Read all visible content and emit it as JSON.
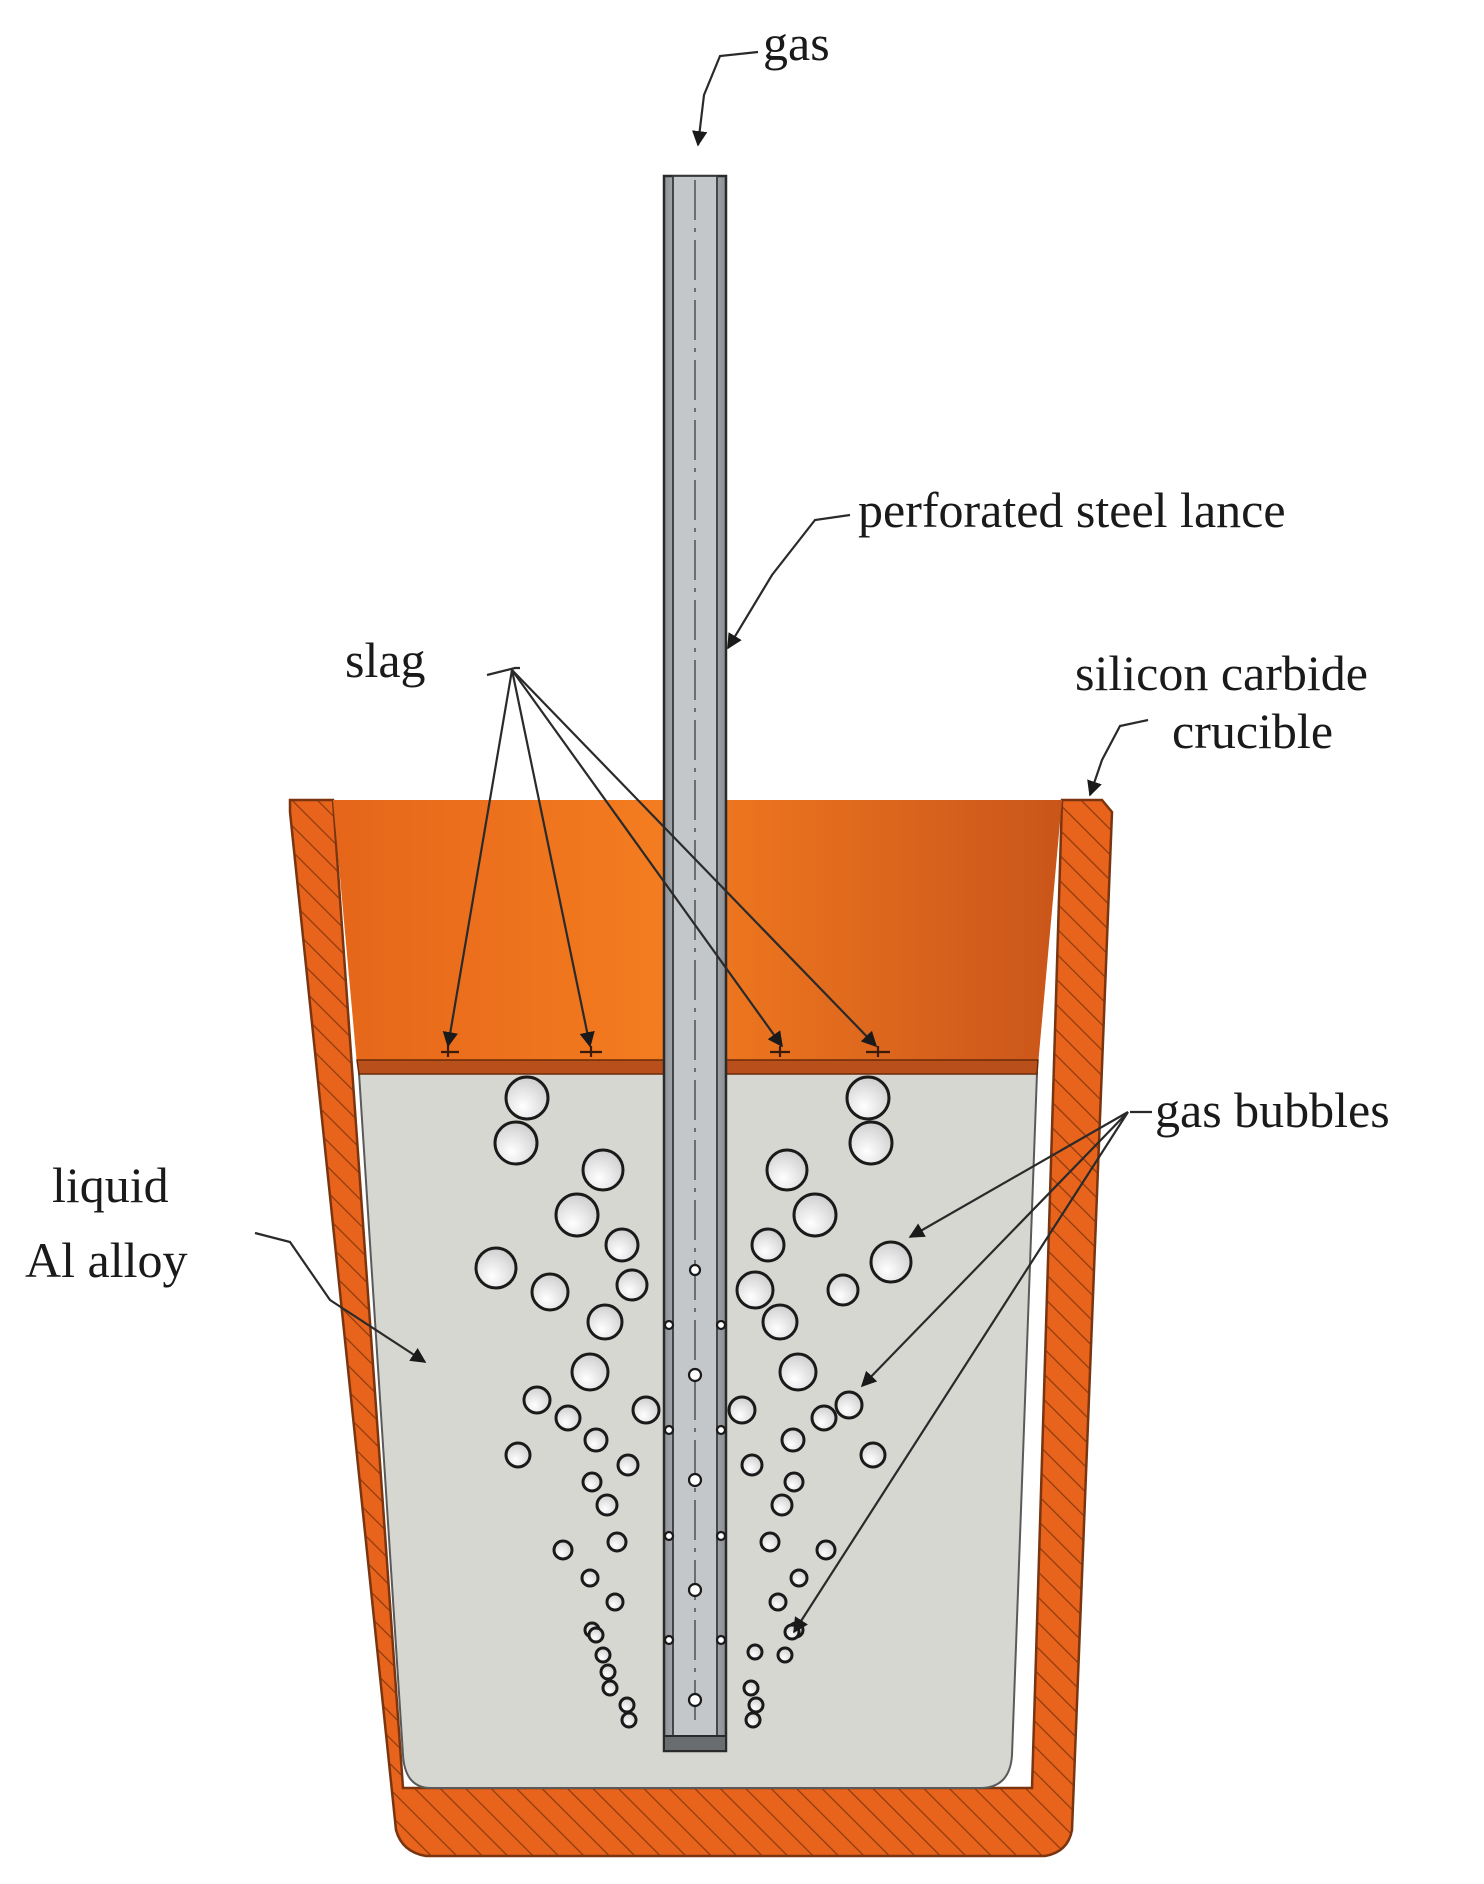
{
  "labels": {
    "gas": "gas",
    "lance": "perforated steel lance",
    "slag": "slag",
    "crucible_line1": "silicon carbide",
    "crucible_line2": "crucible",
    "bubbles": "gas bubbles",
    "liquid_line1": "liquid",
    "liquid_line2": "Al alloy"
  },
  "colors": {
    "crucible_wall": "#e8631b",
    "crucible_interior": "#f07a22",
    "slag_layer": "#b9501c",
    "liquid": "#d7d7d2",
    "lance": "#a8acb0",
    "hatch": "#8a3a10"
  }
}
